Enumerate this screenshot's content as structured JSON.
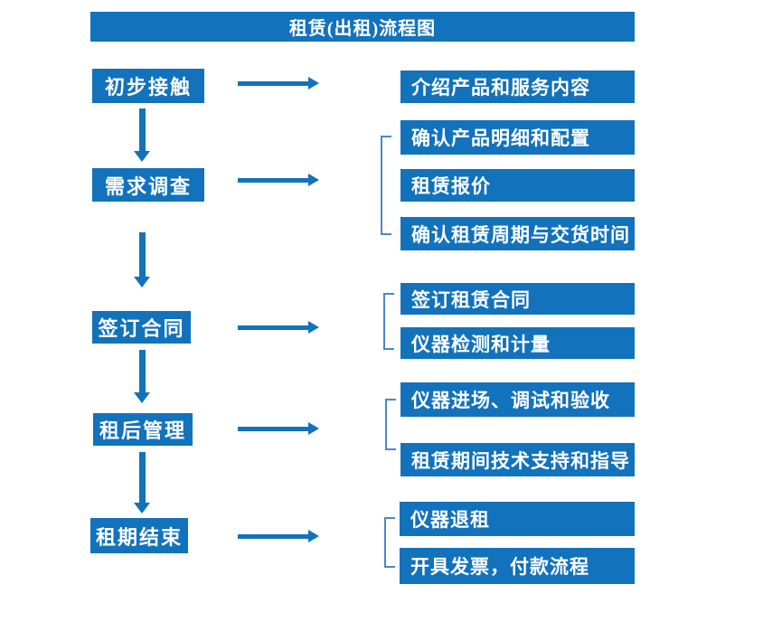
{
  "title": "租赁(出租)流程图",
  "colors": {
    "primary": "#1272BC",
    "bracket": "#4E86C6",
    "boxtext": "#FFFFFF"
  },
  "steps": [
    {
      "label": "初步接触",
      "targets": [
        "介绍产品和服务内容"
      ]
    },
    {
      "label": "需求调查",
      "targets": [
        "确认产品明细和配置",
        "租赁报价",
        "确认租赁周期与交货时间"
      ]
    },
    {
      "label": "签订合同",
      "targets": [
        "签订租赁合同",
        "仪器检测和计量"
      ]
    },
    {
      "label": "租后管理",
      "targets": [
        "仪器进场、调试和验收",
        "租赁期间技术支持和指导"
      ]
    },
    {
      "label": "租期结束",
      "targets": [
        "仪器退租",
        "开具发票，付款流程"
      ]
    }
  ]
}
